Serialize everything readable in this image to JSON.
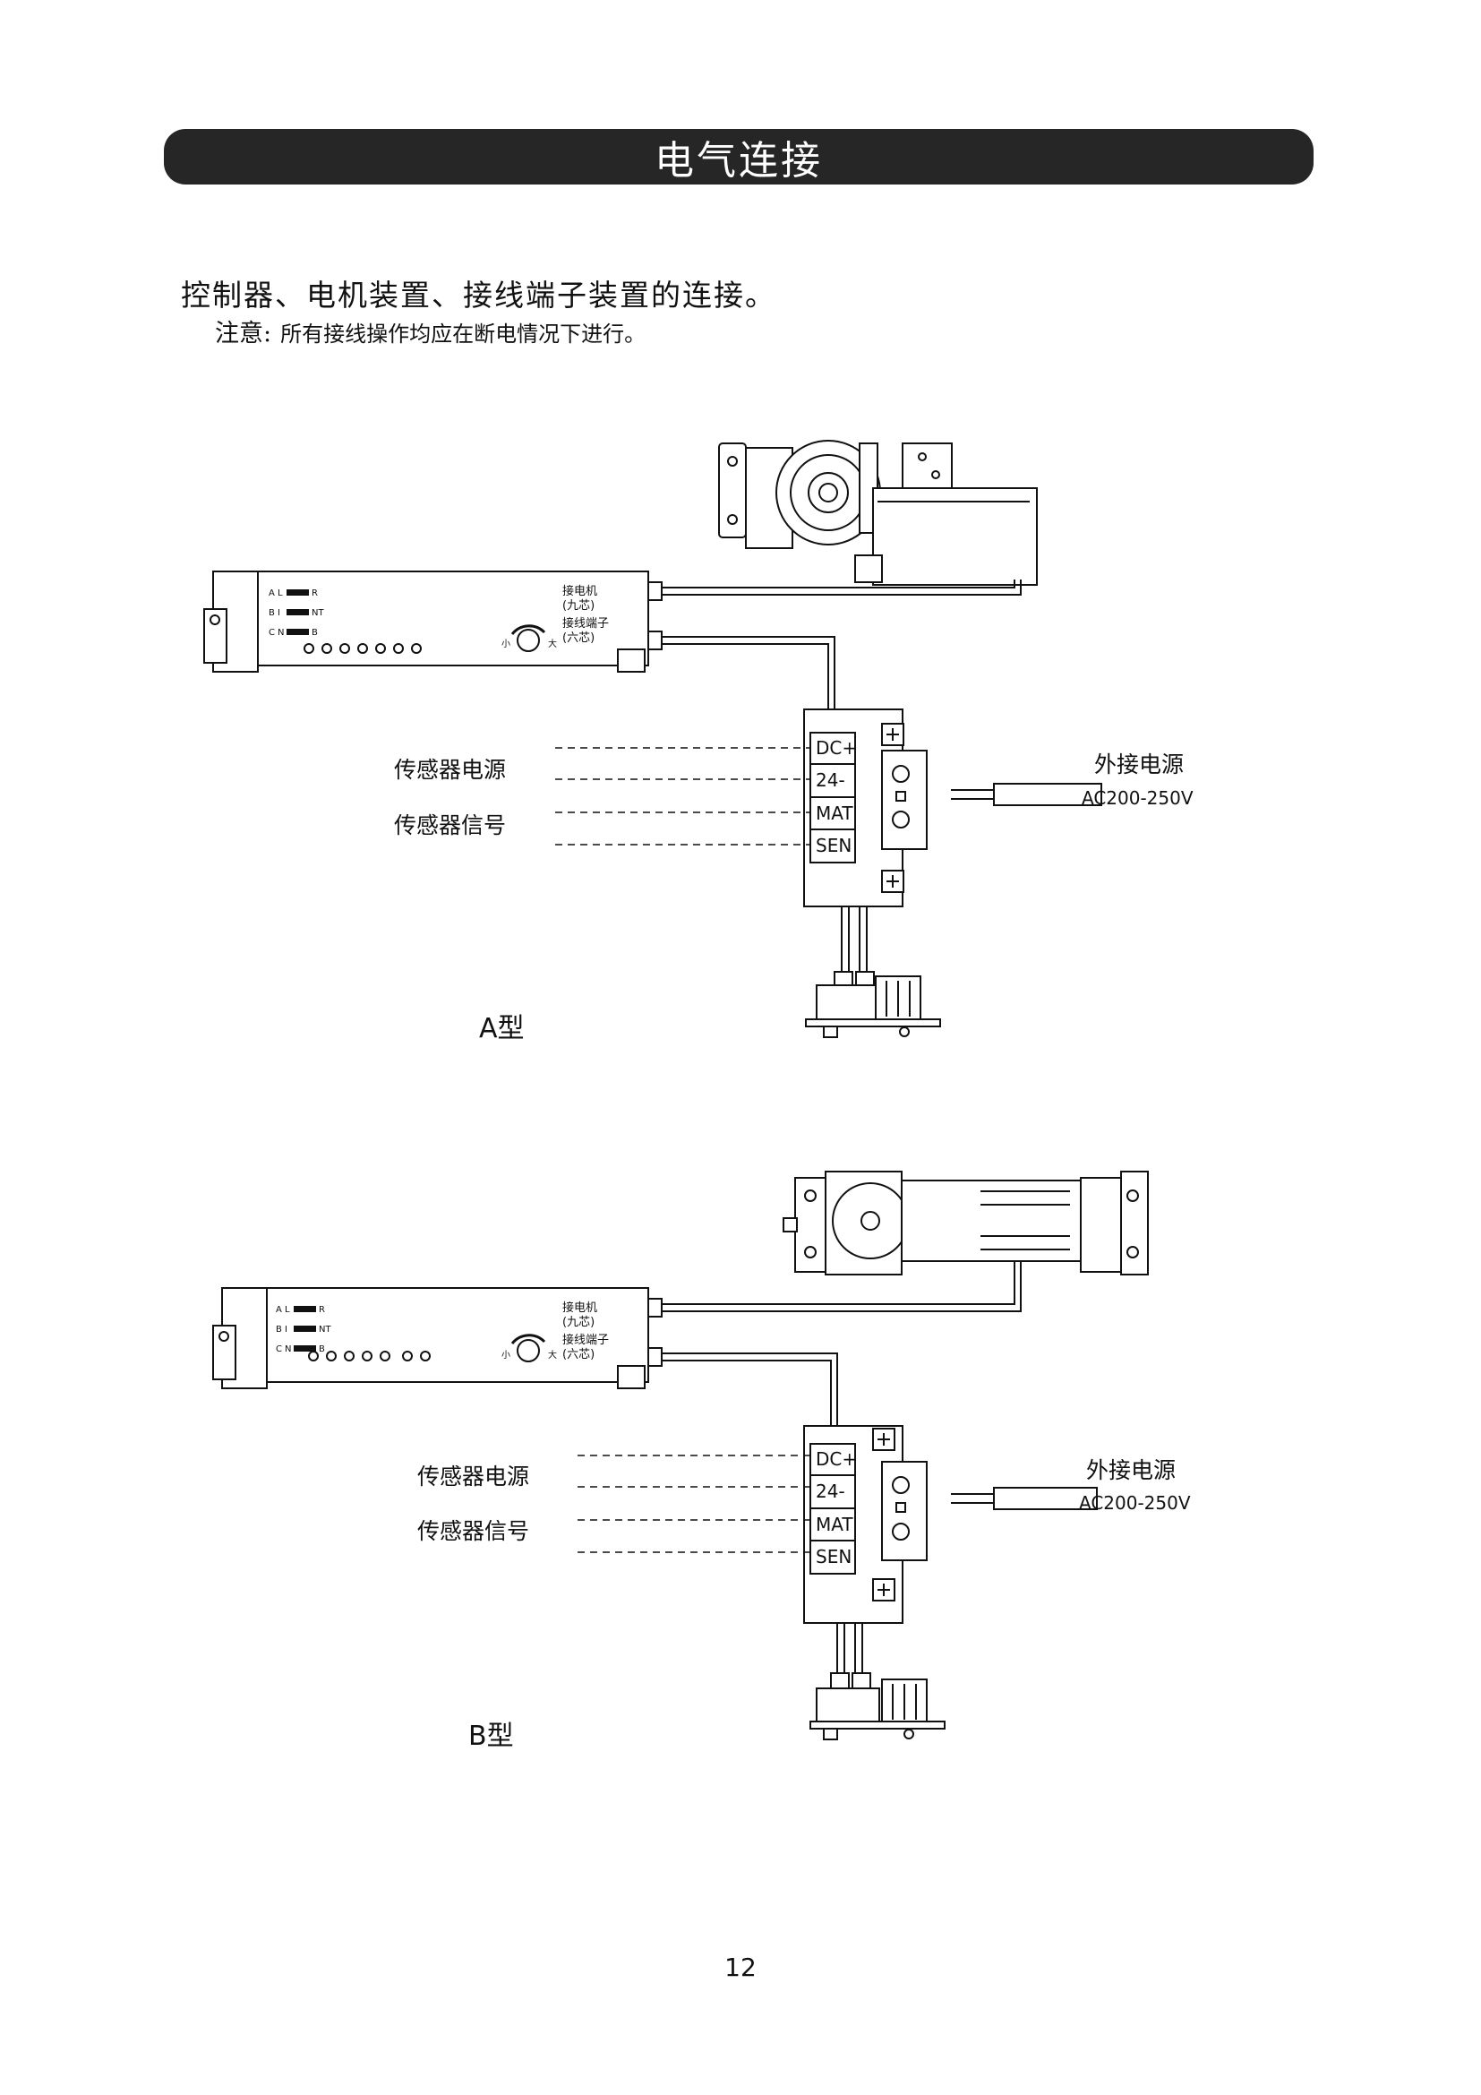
{
  "header": {
    "title": "电气连接"
  },
  "section": {
    "subtitle": "控制器、电机装置、接线端子装置的连接。",
    "note_label": "注意:",
    "note_text": "所有接线操作均应在断电情况下进行。"
  },
  "controller": {
    "switch_labels": [
      "A",
      "B",
      "C"
    ],
    "switch_states": [
      "L",
      "I",
      "N"
    ],
    "switch_right": [
      "R",
      "NT",
      "B"
    ],
    "port_motor": "接电机",
    "port_motor_sub": "(九芯)",
    "port_terminal": "接线端子",
    "port_terminal_sub": "(六芯)",
    "knob_small": "小",
    "knob_large": "大"
  },
  "terminal": {
    "pins": [
      "DC+",
      "24-",
      "MAT",
      "SEN"
    ]
  },
  "sensor": {
    "power": "传感器电源",
    "signal": "传感器信号"
  },
  "external": {
    "label": "外接电源",
    "voltage": "AC200-250V"
  },
  "diagrams": {
    "a_label": "A型",
    "b_label": "B型"
  },
  "footer": {
    "page_number": "12"
  }
}
